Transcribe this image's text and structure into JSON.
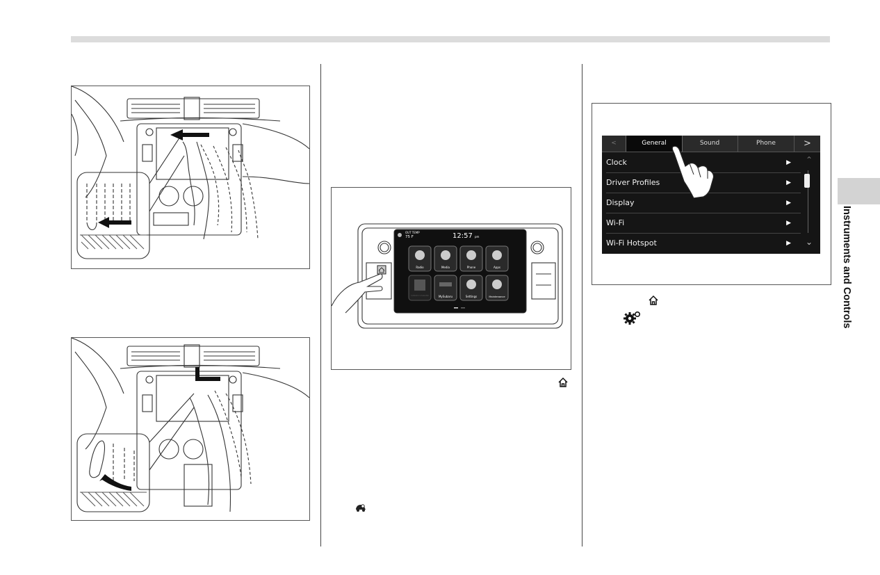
{
  "side_tab": {
    "label": "Instruments and Controls"
  },
  "head_unit_screen": {
    "outside_temp_label": "OUT TEMP",
    "outside_temp": "75 F",
    "clock": "12:57",
    "clock_suffix": "pm",
    "apps": [
      {
        "label": "Radio"
      },
      {
        "label": "Media"
      },
      {
        "label": "Phone"
      },
      {
        "label": "Apps"
      },
      {
        "label": "SUBARU STARLINK"
      },
      {
        "label": "MySubaru"
      },
      {
        "label": "Settings"
      },
      {
        "label": "Maintenance"
      }
    ]
  },
  "settings_screen": {
    "tabs": [
      "General",
      "Sound",
      "Phone"
    ],
    "active_tab": "General",
    "rows": [
      "Clock",
      "Driver Profiles",
      "Display",
      "Wi-Fi",
      "Wi-Fi Hotspot"
    ]
  },
  "icons": {
    "home": "home-icon",
    "settings": "gear-icon",
    "car_settings": "car-settings-icon"
  }
}
